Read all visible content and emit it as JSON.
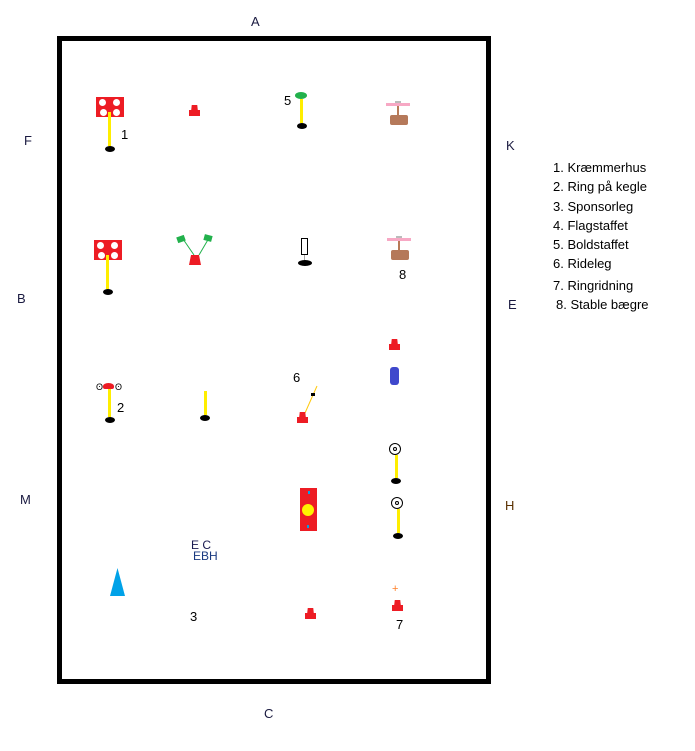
{
  "arena_letters": {
    "A": "A",
    "C": "C",
    "F": "F",
    "K": "K",
    "B": "B",
    "E": "E",
    "M": "M",
    "H": "H"
  },
  "station_numbers": {
    "n1": "1",
    "n2": "2",
    "n3": "3",
    "n5": "5",
    "n6": "6",
    "n7": "7",
    "n8": "8"
  },
  "overlap_text": {
    "line1": "E C",
    "line2": "EBH"
  },
  "legend": [
    "1. Kræmmerhus",
    "2. Ring på kegle",
    "3. Sponsorleg",
    "4. Flagstaffet",
    "5. Boldstaffet",
    "6. Rideleg",
    "7. Ringridning",
    "8. Stable bægre"
  ],
  "colors": {
    "cone": "#ed1c24",
    "pole": "#ffee00",
    "flag": "#22b14c",
    "blue_cone": "#00a2e8",
    "bottle": "#3f48cc"
  }
}
